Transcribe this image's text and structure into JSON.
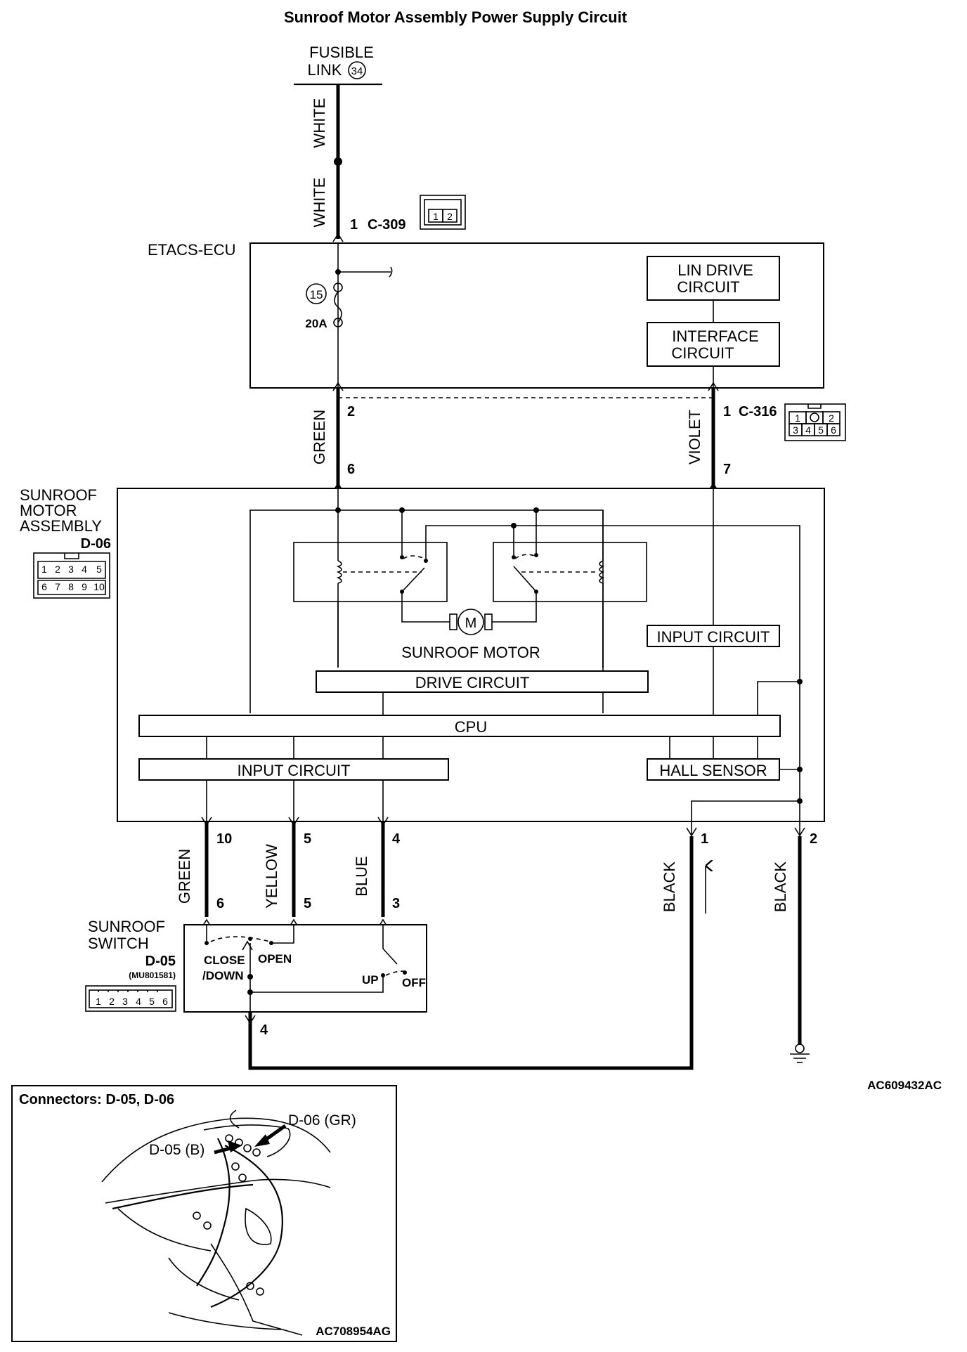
{
  "title": "Sunroof Motor Assembly Power Supply Circuit",
  "fusible_link": {
    "label_line1": "FUSIBLE",
    "label_line2": "LINK",
    "number": "34"
  },
  "wires": {
    "white_upper": "WHITE",
    "white_lower": "WHITE",
    "green_upper": "GREEN",
    "violet": "VIOLET",
    "green_lower": "GREEN",
    "yellow": "YELLOW",
    "blue": "BLUE",
    "black_1": "BLACK",
    "black_2": "BLACK"
  },
  "connector_c309": {
    "pin": "1",
    "name": "C-309",
    "pins": [
      "1",
      "2"
    ]
  },
  "etacs": {
    "label": "ETACS-ECU",
    "fuse_number": "15",
    "fuse_rating": "20A",
    "lin_drive_line1": "LIN DRIVE",
    "lin_drive_line2": "CIRCUIT",
    "interface_line1": "INTERFACE",
    "interface_line2": "CIRCUIT",
    "pin_green": "2",
    "pin_violet": "1",
    "connector_name": "C-316",
    "connector_pins": [
      "1",
      "2",
      "3",
      "4",
      "5",
      "6"
    ]
  },
  "motor_assembly": {
    "label_line1": "SUNROOF",
    "label_line2": "MOTOR",
    "label_line3": "ASSEMBLY",
    "connector": "D-06",
    "connector_pins": [
      "1",
      "2",
      "3",
      "4",
      "5",
      "6",
      "7",
      "8",
      "9",
      "10"
    ],
    "pin_green_top": "6",
    "pin_violet_top": "7",
    "motor_symbol": "M",
    "motor_label": "SUNROOF MOTOR",
    "input_circuit_right": "INPUT CIRCUIT",
    "drive_circuit": "DRIVE CIRCUIT",
    "cpu": "CPU",
    "input_circuit_left": "INPUT CIRCUIT",
    "hall_sensor": "HALL SENSOR",
    "pin_10": "10",
    "pin_5": "5",
    "pin_4": "4",
    "pin_1": "1",
    "pin_2": "2"
  },
  "switch": {
    "label_line1": "SUNROOF",
    "label_line2": "SWITCH",
    "connector": "D-05",
    "part_number": "(MU801581)",
    "connector_pins": [
      "1",
      "2",
      "3",
      "4",
      "5",
      "6"
    ],
    "pin_6": "6",
    "pin_5": "5",
    "pin_3": "3",
    "pin_4": "4",
    "close_line1": "CLOSE",
    "close_line2": "/DOWN",
    "open": "OPEN",
    "up": "UP",
    "off": "OFF"
  },
  "diagram_code": "AC609432AC",
  "inset": {
    "title": "Connectors: D-05, D-06",
    "label_d06": "D-06 (GR)",
    "label_d05": "D-05 (B)",
    "code": "AC708954AG"
  }
}
